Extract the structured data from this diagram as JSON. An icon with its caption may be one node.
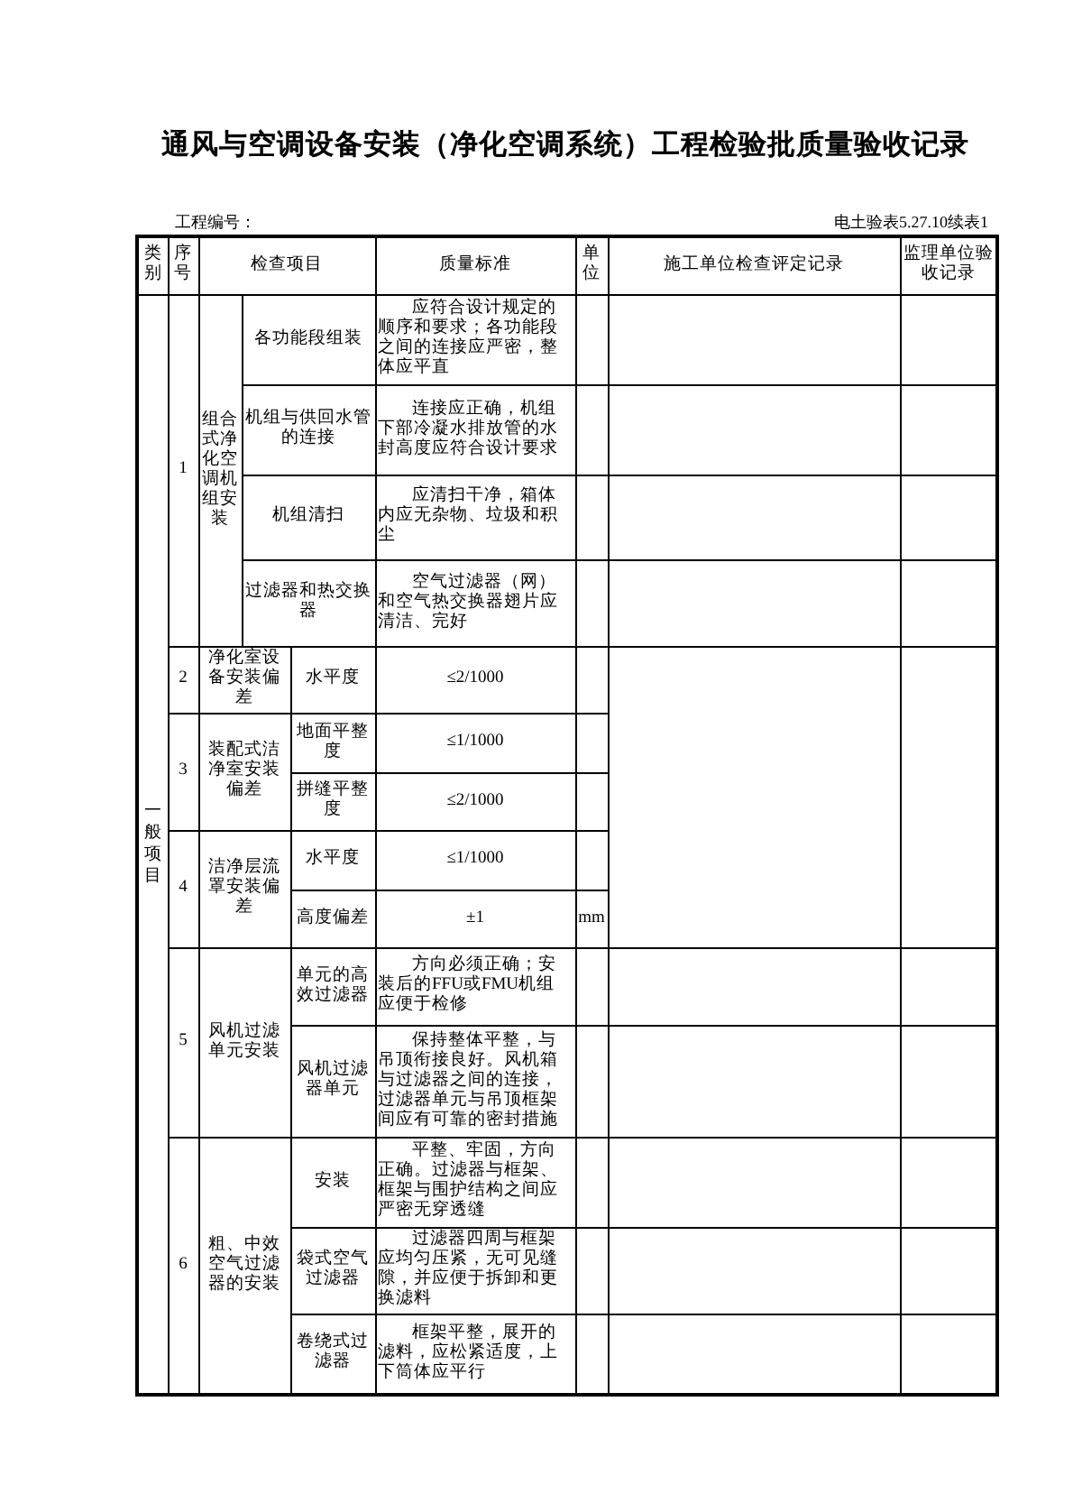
{
  "diagram": {
    "title": "通风与空调设备安装（净化空调系统）工程检验批质量验收记录",
    "labels": [
      "工程编号：",
      "电土验表5.27.10续表1",
      "类别",
      "序号",
      "检查项目",
      "质量标准",
      "单位",
      "施工单位检查评定记录",
      "监理单位验收记录",
      "一般项目",
      "1",
      "组合式净化空调机组安装",
      "各功能段组装",
      "应符合设计规定的顺序和要求；各功能段之间的连接应严密，整体应平直",
      "机组与供回水管的连接",
      "连接应正确，机组下部冷凝水排放管的水封高度应符合设计要求",
      "机组清扫",
      "应清扫干净，箱体内应无杂物、垃圾和积尘",
      "过滤器和热交换器",
      "空气过滤器（网）和空气热交换器翅片应清洁、完好",
      "2",
      "净化室设备安装偏差",
      "水平度",
      "≤2/1000",
      "3",
      "装配式洁净室安装偏差",
      "地面平整度",
      "≤1/1000",
      "拼缝平整度",
      "≤2/1000",
      "4",
      "洁净层流罩安装偏差",
      "水平度",
      "≤1/1000",
      "高度偏差",
      "±1",
      "mm",
      "5",
      "风机过滤单元安装",
      "单元的高效过滤器",
      "方向必须正确；安装后的FFU或FMU机组应便于检修",
      "风机过滤器单元",
      "保持整体平整，与吊顶衔接良好。风机箱与过滤器之间的连接，过滤器单元与吊顶框架间应有可靠的密封措施",
      "6",
      "粗、中效空气过滤器的安装",
      "安装",
      "平整、牢固，方向正确。过滤器与框架、框架与围护结构之间应严密无穿透缝",
      "袋式空气过滤器",
      "过滤器四周与框架应均匀压紧，无可见缝隙，并应便于拆卸和更换滤料",
      "卷绕式过滤器",
      "框架平整，展开的滤料，应松紧适度，上下筒体应平行"
    ]
  }
}
